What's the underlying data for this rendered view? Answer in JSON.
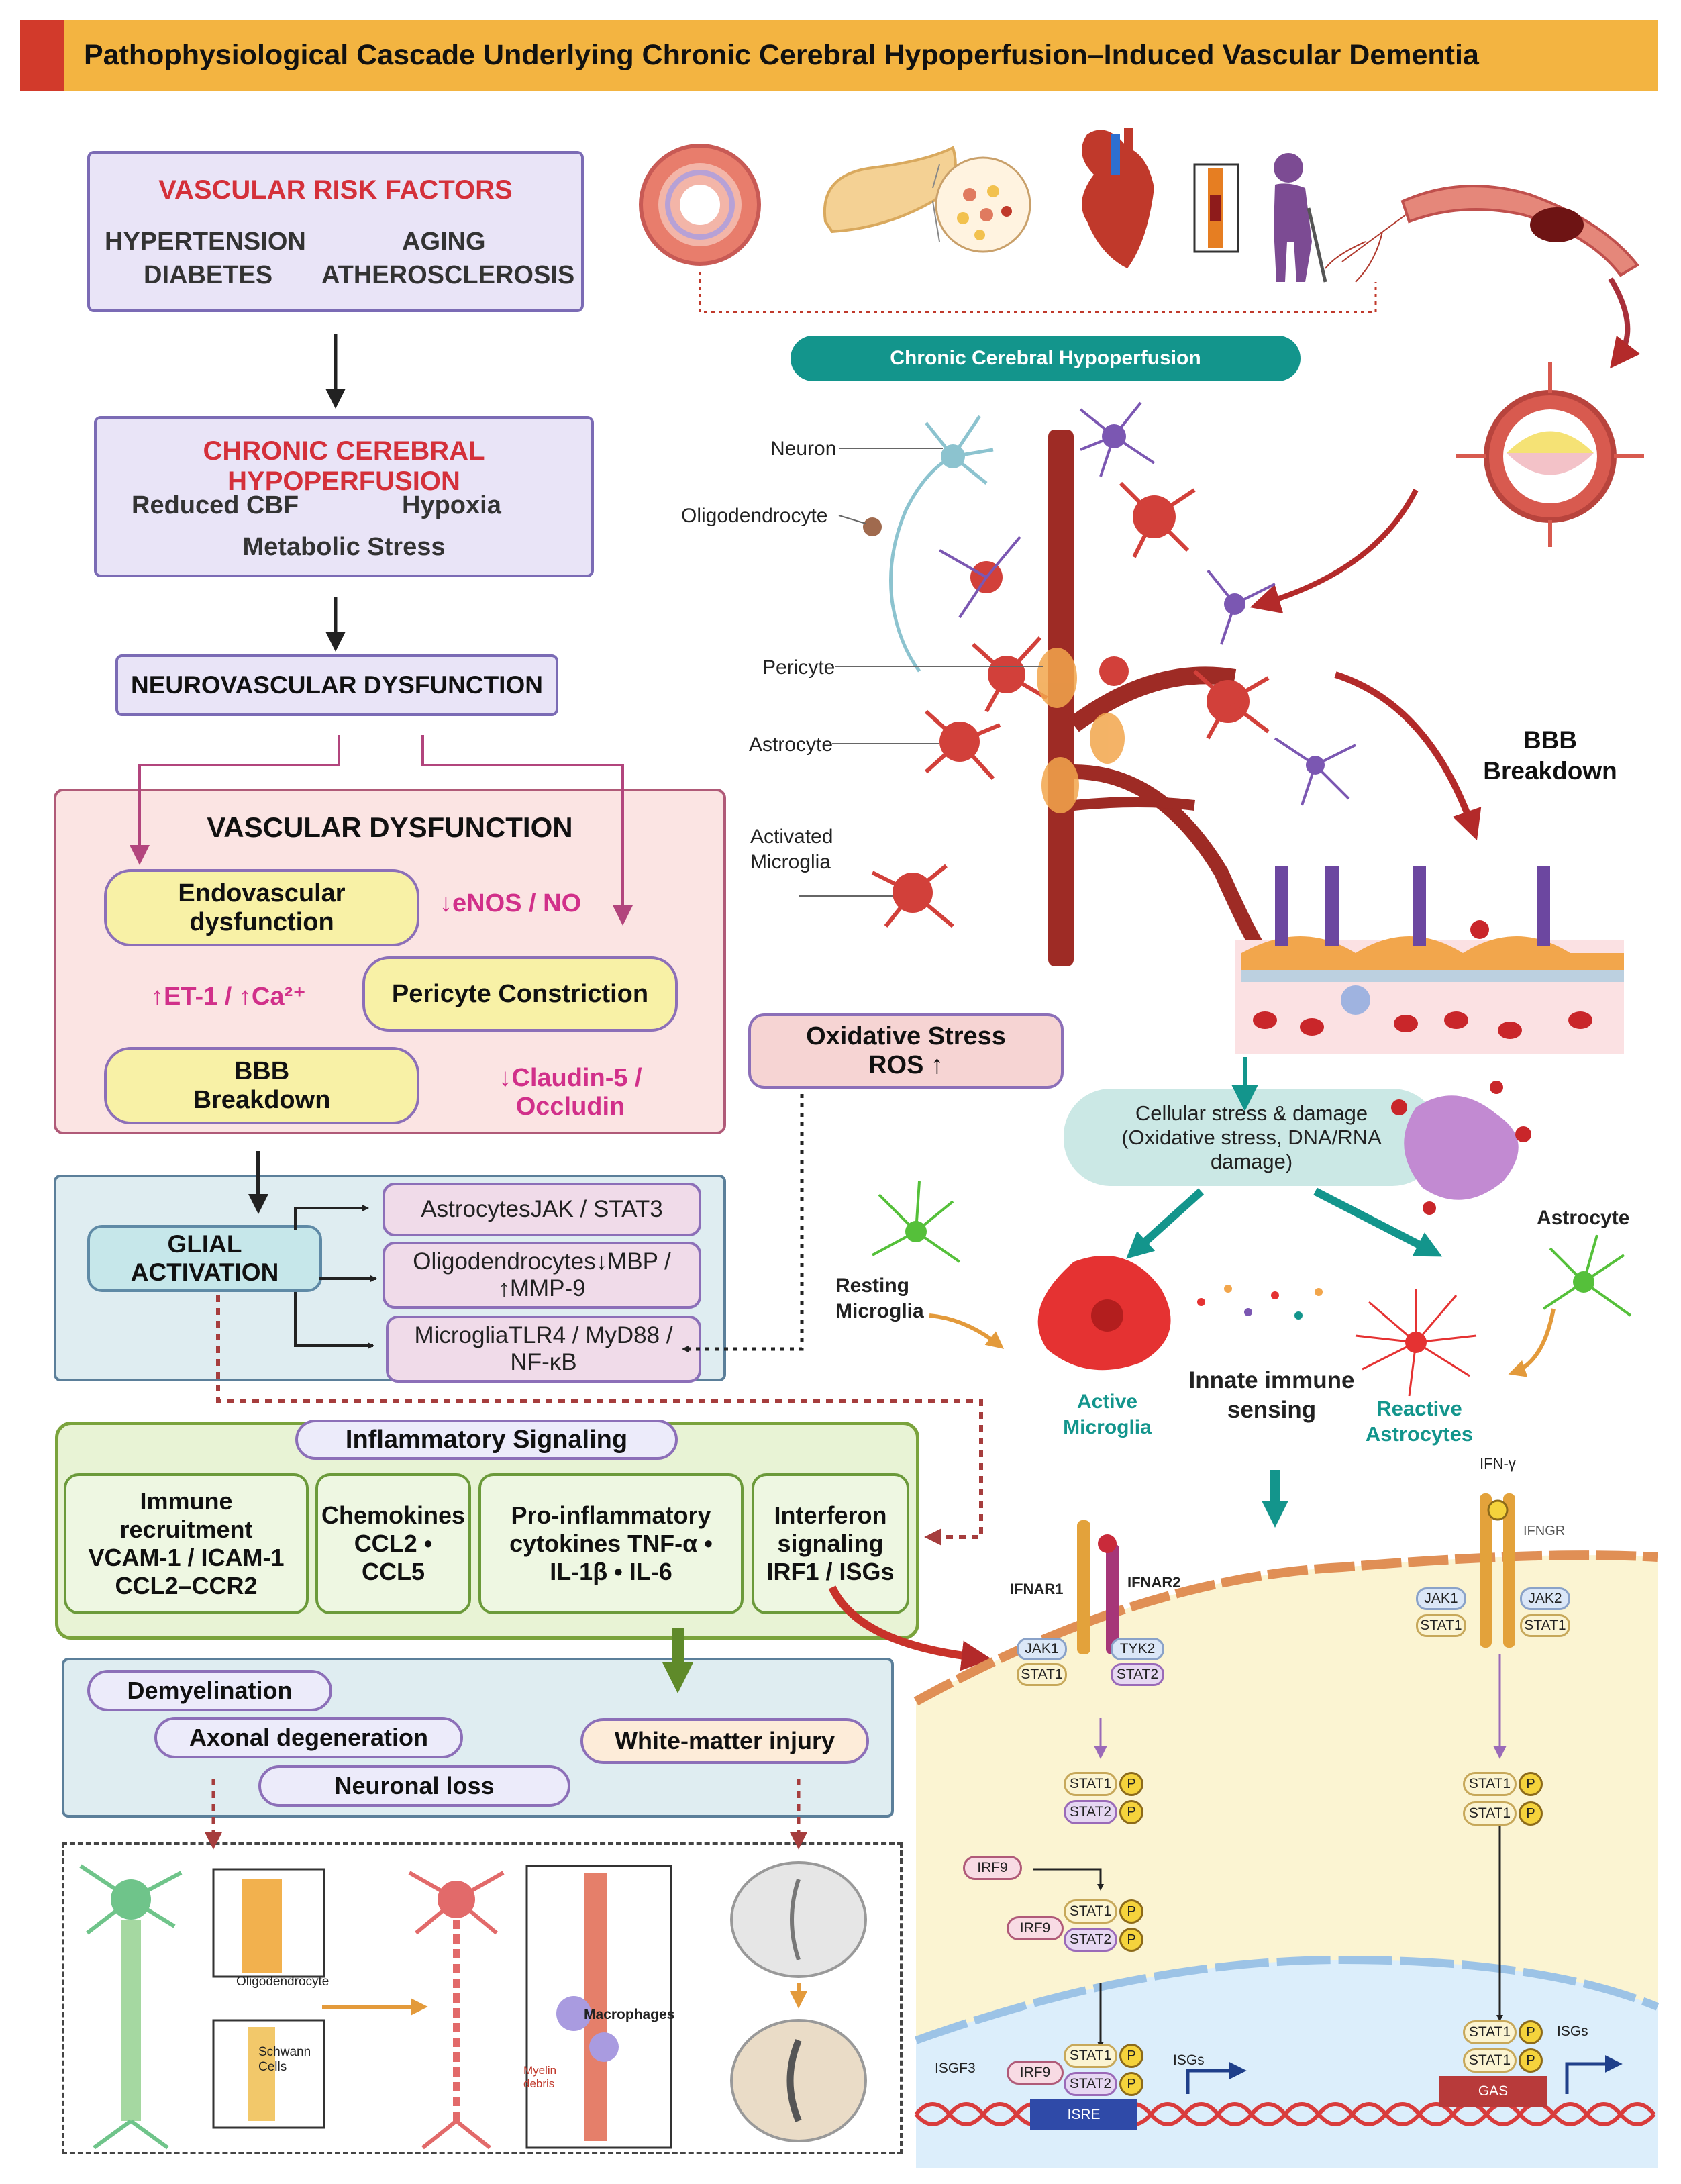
{
  "title": "Pathophysiological Cascade Underlying Chronic Cerebral Hypoperfusion–Induced Vascular Dementia",
  "risk_factors": {
    "heading": "VASCULAR RISK FACTORS",
    "items": [
      "HYPERTENSION",
      "AGING",
      "DIABETES",
      "ATHEROSCLEROSIS"
    ]
  },
  "hypoperfusion": {
    "heading": "CHRONIC CEREBRAL HYPOPERFUSION",
    "items": [
      "Reduced CBF",
      "Hypoxia",
      "Metabolic Stress"
    ]
  },
  "neurovascular": "NEUROVASCULAR DYSFUNCTION",
  "vascular_dysfunction": {
    "heading": "VASCULAR DYSFUNCTION",
    "endovascular": "Endovascular dysfunction",
    "enos": "↓eNOS / NO",
    "et1": "↑ET-1 / ↑Ca²⁺",
    "pericyte": "Pericyte Constriction",
    "bbb": "BBB Breakdown",
    "claudin": "↓Claudin-5 / Occludin"
  },
  "glial": {
    "label": "GLIAL ACTIVATION",
    "astrocytes": "AstrocytesJAK / STAT3",
    "oligodendrocytes": "Oligodendrocytes↓MBP / ↑MMP-9",
    "microglia": "MicrogliaTLR4 / MyD88 / NF-κB"
  },
  "oxidative": "Oxidative Stress ROS ↑",
  "inflammatory": {
    "heading": "Inflammatory Signaling",
    "immune": "Immune recruitment VCAM-1 / ICAM-1 CCL2–CCR2",
    "chemokines": "Chemokines CCL2 • CCL5",
    "cytokines": "Pro-inflammatory cytokines TNF-α • IL-1β • IL-6",
    "interferon": "Interferon signaling IRF1 / ISGs"
  },
  "injury": {
    "demyelination": "Demyelination",
    "axonal": "Axonal degeneration",
    "neuronal": "Neuronal loss",
    "white_matter": "White-matter injury"
  },
  "bottom_labels": {
    "oligodendrocyte": "Oligodendrocyte",
    "schwann": "Schwann Cells",
    "macrophages": "Macrophages",
    "myelin": "Myelin debris"
  },
  "cells": {
    "chronic_pill": "Chronic Cerebral Hypoperfusion",
    "neuron": "Neuron",
    "oligodendrocyte": "Oligodendrocyte",
    "pericyte": "Pericyte",
    "astrocyte": "Astrocyte",
    "activated_microglia": "Activated Microglia",
    "bbb_breakdown": "BBB Breakdown"
  },
  "stress": {
    "cellular": "Cellular stress & damage (Oxidative stress, DNA/RNA damage)",
    "resting": "Resting Microglia",
    "active": "Active Microglia",
    "innate": "Innate immune sensing",
    "reactive": "Reactive Astrocytes",
    "astrocyte": "Astrocyte"
  },
  "signaling": {
    "ifn_gamma": "IFN-γ",
    "ifngr": "IFNGR",
    "ifnar1": "IFNAR1",
    "ifnar2": "IFNAR2",
    "jak1": "JAK1",
    "stat1": "STAT1",
    "tyk2": "TYK2",
    "stat2": "STAT2",
    "jak2": "JAK2",
    "p": "P",
    "irf9": "IRF9",
    "isgf3": "ISGF3",
    "isre": "ISRE",
    "gas": "GAS",
    "isgs": "ISGs"
  },
  "colors": {
    "title_bar": "#f3b441",
    "accent_red": "#d23a2b",
    "teal": "#13958c",
    "magenta": "#d1308a"
  }
}
